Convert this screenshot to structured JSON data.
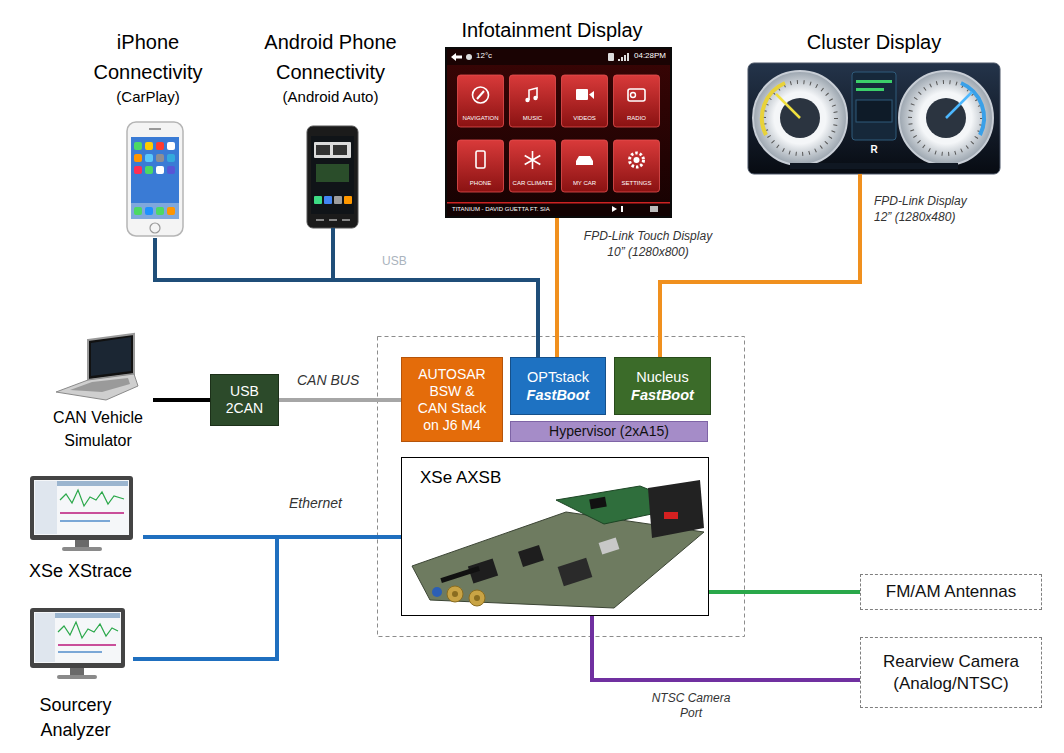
{
  "diagram": {
    "nodes": [
      {
        "text": [
          "iPhone Connectivity",
          "(CarPlay)"
        ]
      },
      {
        "text": [
          "Android Phone Connectivity",
          "(Android Auto)"
        ]
      },
      {
        "text": [
          "Infotainment Display"
        ]
      },
      {
        "text": [
          "Cluster Display"
        ]
      },
      {
        "text": [
          "CAN Vehicle Simulator"
        ]
      },
      {
        "text": [
          "USB 2CAN"
        ]
      },
      {
        "text": [
          "AUTOSAR BSW & CAN Stack on J6 M4"
        ]
      },
      {
        "text": [
          "OPTstack",
          "FastBoot"
        ]
      },
      {
        "text": [
          "Nucleus",
          "FastBoot"
        ]
      },
      {
        "text": [
          "Hypervisor (2xA15)"
        ]
      },
      {
        "text": [
          "XSe AXSB"
        ]
      },
      {
        "text": [
          "FM/AM Antennas"
        ]
      },
      {
        "text": [
          "XSe XStrace"
        ]
      },
      {
        "text": [
          "Rearview Camera (Analog/NTSC)"
        ]
      },
      {
        "text": [
          "Sourcery Analyzer"
        ]
      }
    ],
    "edges": [
      {
        "from": 0,
        "to": 7,
        "arrow": "none"
      },
      {
        "from": 1,
        "to": 7,
        "label": "USB",
        "arrow": "none"
      },
      {
        "from": 2,
        "to": 7,
        "label": "FPD-Link Touch Display 10” (1280x800)",
        "arrow": "none"
      },
      {
        "from": 3,
        "to": 8,
        "label": "FPD-Link Display 12” (1280x480)",
        "arrow": "none"
      },
      {
        "from": 4,
        "to": 5,
        "arrow": "none"
      },
      {
        "from": 5,
        "to": 6,
        "label": "CAN BUS",
        "arrow": "none"
      },
      {
        "from": 12,
        "to": 10,
        "label": "Ethernet",
        "arrow": "none"
      },
      {
        "from": 14,
        "to": 10,
        "arrow": "none"
      },
      {
        "from": 10,
        "to": 11,
        "arrow": "none"
      },
      {
        "from": 10,
        "to": 13,
        "label": "NTSC Camera Port",
        "arrow": "none"
      }
    ],
    "labels": [
      "12°c",
      "04:28PM",
      "NAVIGATION",
      "MUSIC",
      "VIDEOS",
      "RADIO",
      "PHONE",
      "CAR CLIMATE",
      "MY CAR",
      "SETTINGS",
      "TITANIUM - DAVID GUETTA FT. SIA",
      "R"
    ]
  }
}
